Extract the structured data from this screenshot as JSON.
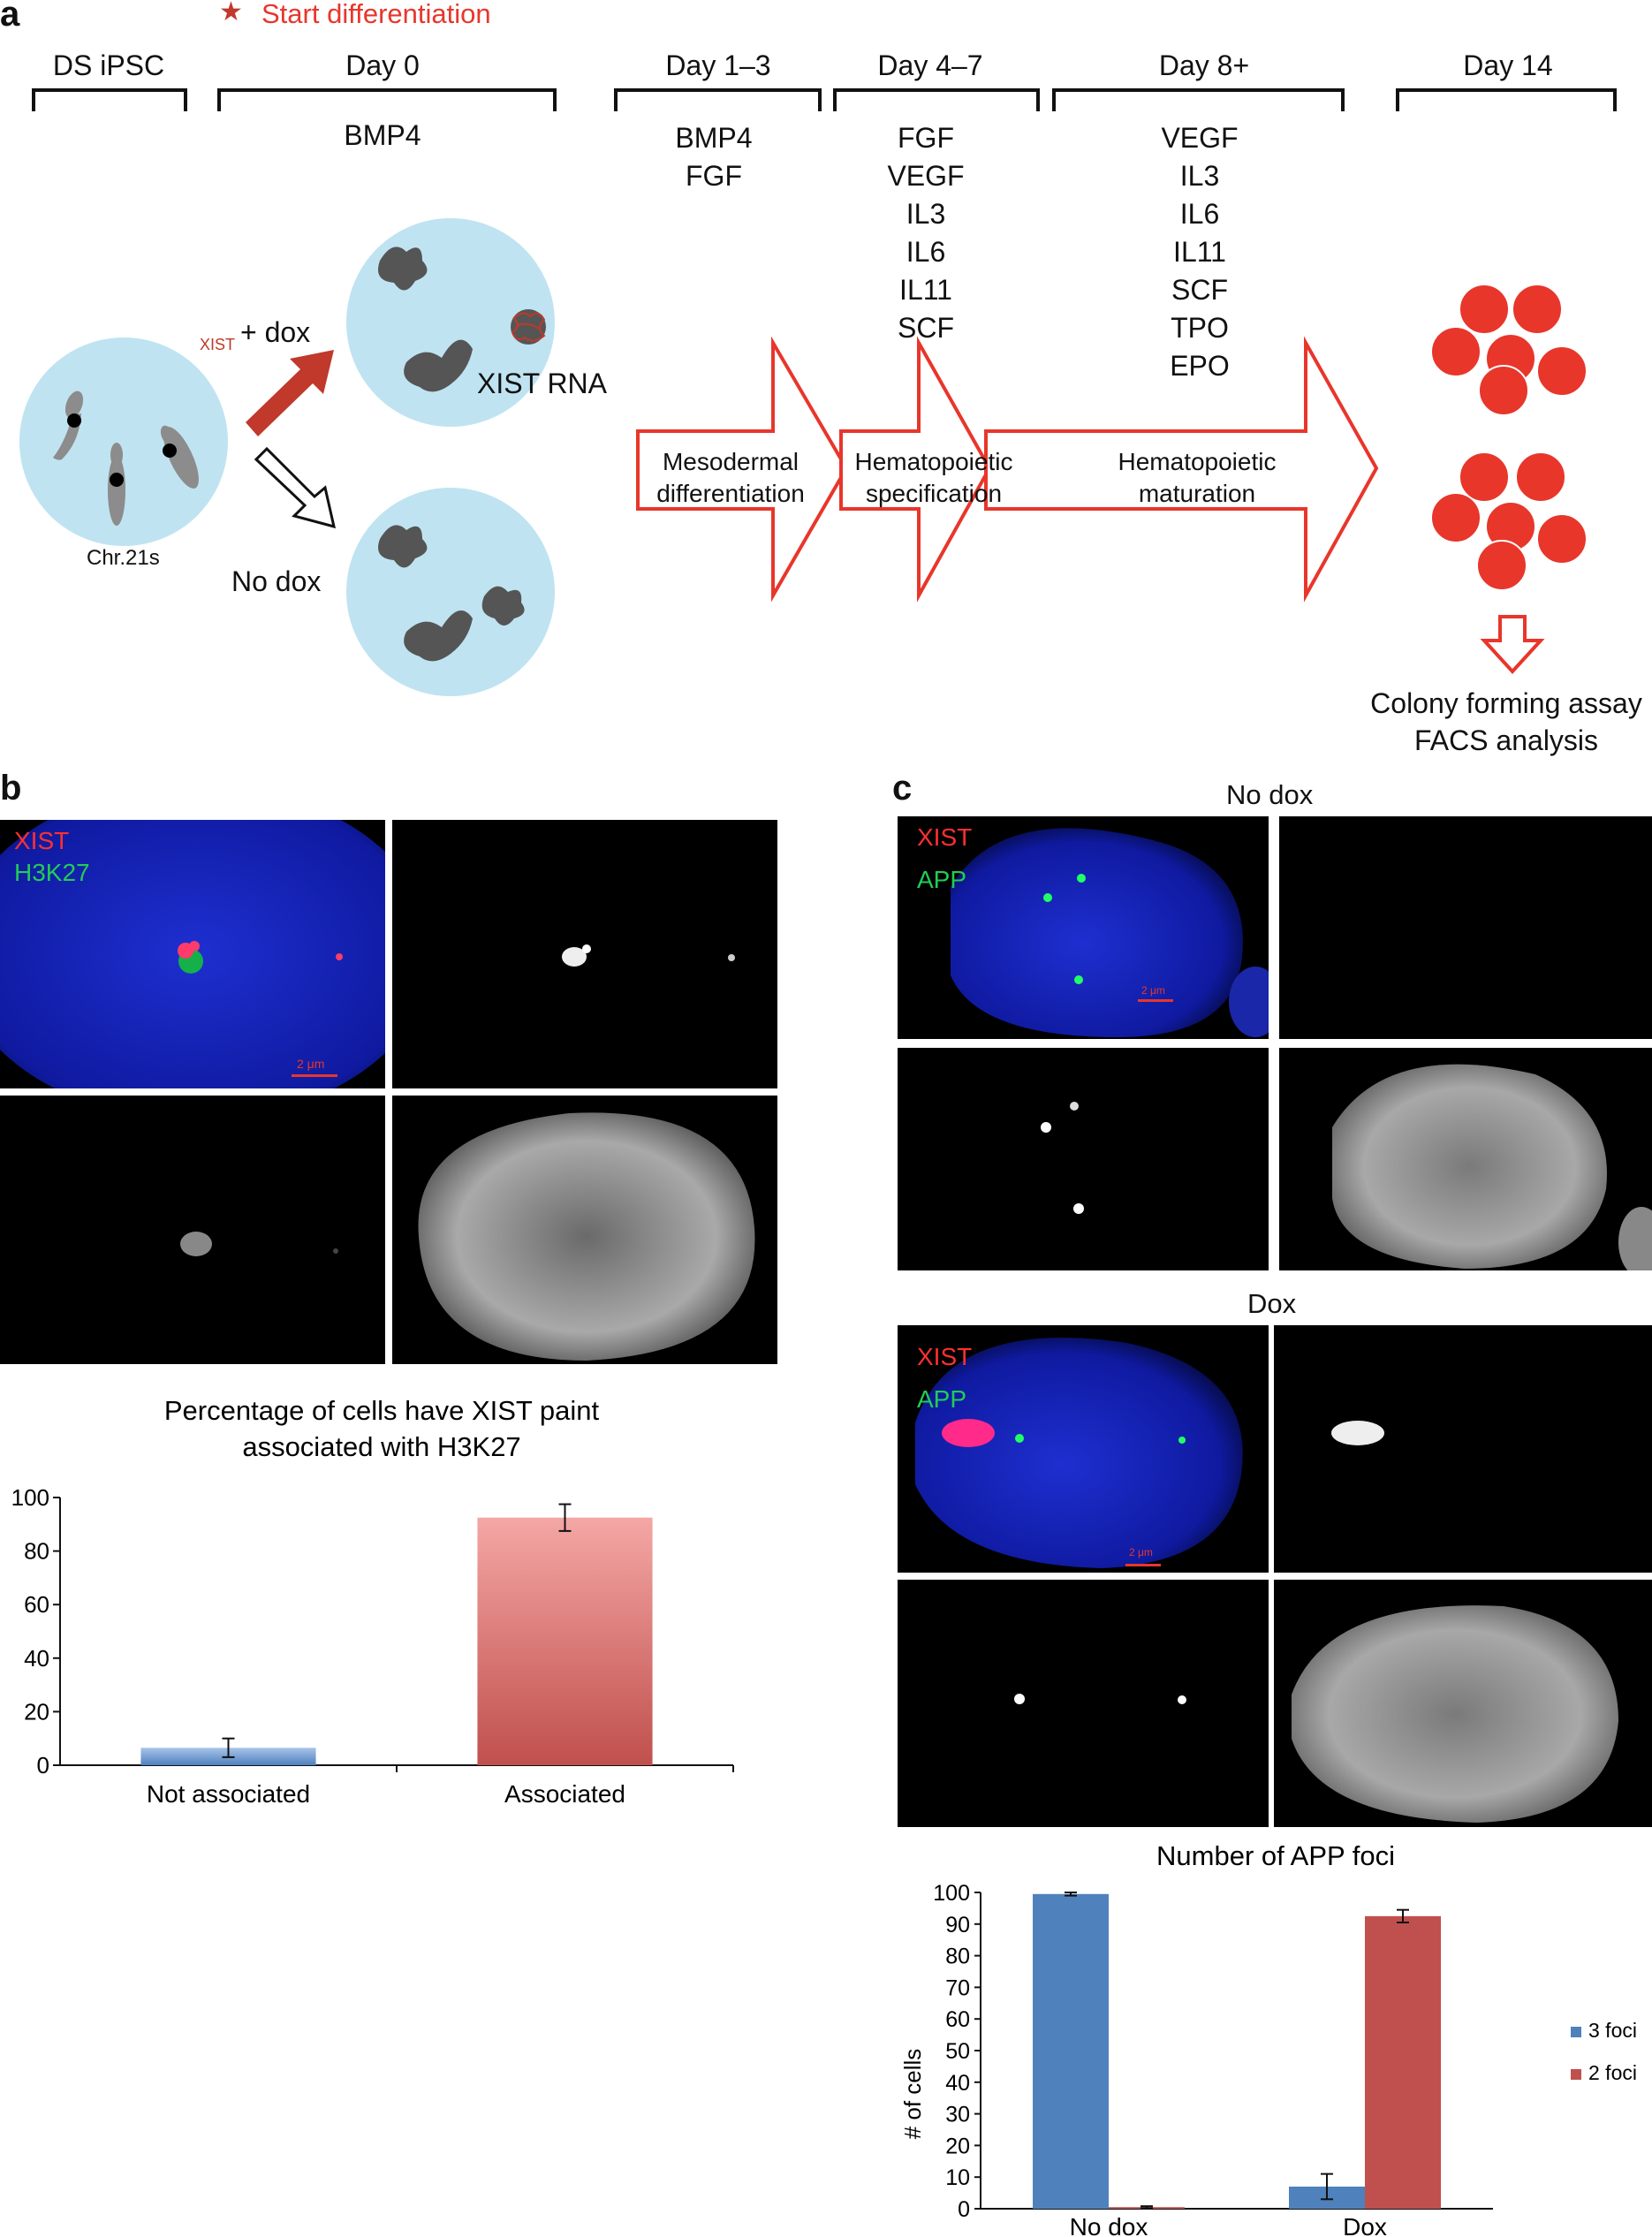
{
  "panel_a": {
    "letter": "a",
    "start_marker": "Start differentiation",
    "stages": [
      "DS iPSC",
      "Day 0",
      "Day 1–3",
      "Day 4–7",
      "Day 8+",
      "Day 14"
    ],
    "factors_day0": [
      "BMP4"
    ],
    "factors_day1_3": [
      "BMP4",
      "FGF"
    ],
    "factors_day4_7": [
      "FGF",
      "VEGF",
      "IL3",
      "IL6",
      "IL11",
      "SCF"
    ],
    "factors_day8": [
      "VEGF",
      "IL3",
      "IL6",
      "IL11",
      "SCF",
      "TPO",
      "EPO"
    ],
    "plus_dox": "+ dox",
    "no_dox": "No dox",
    "xist_rna": "XIST RNA",
    "xist_small": "XIST",
    "chr21": "Chr.21s",
    "arrow1": [
      "Mesodermal",
      "differentiation"
    ],
    "arrow2": [
      "Hematopoietic",
      "specification"
    ],
    "arrow3": [
      "Hematopoietic",
      "maturation"
    ],
    "assays": [
      "Colony forming assay",
      "FACS analysis"
    ]
  },
  "panel_b": {
    "letter": "b",
    "label_xist": "XIST",
    "label_h3k27": "H3K27",
    "scale": "2 μm"
  },
  "panel_c": {
    "letter": "c",
    "no_dox_title": "No dox",
    "dox_title": "Dox",
    "label_xist": "XIST",
    "label_app": "APP",
    "scale": "2 μm"
  },
  "colors": {
    "red": "#e8362b",
    "dark_red": "#c0392b",
    "light_blue": "#bfe3f1",
    "blue_bar": "#4f81bd",
    "red_bar": "#c0504d"
  },
  "chart_data": [
    {
      "type": "bar",
      "title": "Percentage of cells have XIST paint associated with H3K27",
      "title_lines": [
        "Percentage of cells have XIST paint",
        "associated with H3K27"
      ],
      "categories": [
        "Not associated",
        "Associated"
      ],
      "values": [
        6.5,
        92.5
      ],
      "errors": [
        3.5,
        5
      ],
      "ylim": [
        0,
        100
      ],
      "yticks": [
        0,
        20,
        40,
        60,
        80,
        100
      ],
      "xlabel": "",
      "ylabel": "",
      "grid": false
    },
    {
      "type": "bar",
      "title": "Number of APP foci",
      "categories": [
        "No dox",
        "Dox"
      ],
      "series": [
        {
          "name": "3 foci",
          "values": [
            99.5,
            7
          ],
          "errors": [
            0.5,
            4
          ]
        },
        {
          "name": "2 foci",
          "values": [
            0.5,
            92.5
          ],
          "errors": [
            0.3,
            2
          ]
        }
      ],
      "ylim": [
        0,
        100
      ],
      "yticks": [
        0,
        10,
        20,
        30,
        40,
        50,
        60,
        70,
        80,
        90,
        100
      ],
      "xlabel": "",
      "ylabel": "# of cells",
      "legend": "right",
      "grid": false
    }
  ]
}
